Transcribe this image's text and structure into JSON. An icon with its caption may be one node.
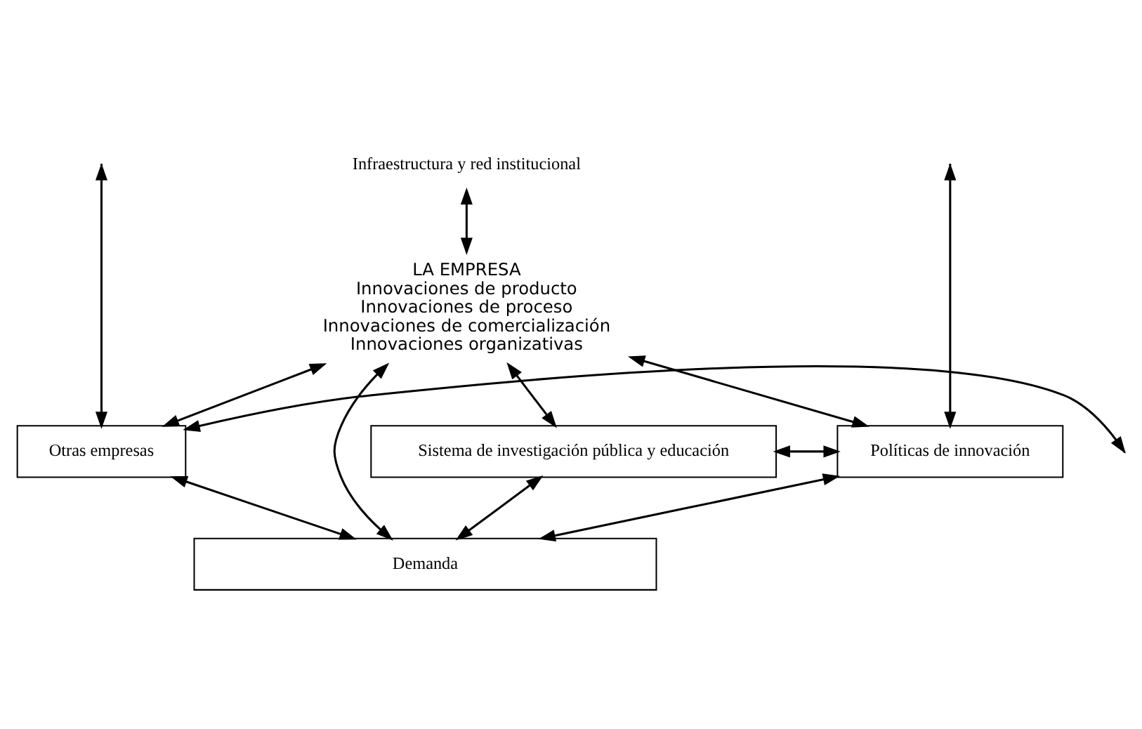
{
  "diagram": {
    "nodes": [
      {
        "text": [
          "Infraestructura y red institucional"
        ]
      },
      {
        "text": [
          "LA EMPRESA",
          "Innovaciones de producto",
          "Innovaciones de proceso",
          "Innovaciones de comercialización",
          "Innovaciones organizativas"
        ]
      },
      {
        "text": [
          "Otras empresas"
        ]
      },
      {
        "text": [
          "Sistema de investigación pública y educación"
        ]
      },
      {
        "text": [
          "Políticas de innovación"
        ]
      },
      {
        "text": [
          "Demanda"
        ]
      }
    ],
    "edges": [
      {
        "from": 0,
        "to": 1,
        "arrow": "both"
      },
      {
        "from": null,
        "to": 2,
        "arrow": "both"
      },
      {
        "from": null,
        "to": 4,
        "arrow": "both"
      },
      {
        "from": 1,
        "to": 2,
        "arrow": "both"
      },
      {
        "from": 1,
        "to": 3,
        "arrow": "both"
      },
      {
        "from": 1,
        "to": 4,
        "arrow": "both"
      },
      {
        "from": 2,
        "to": null,
        "arrow": "both"
      },
      {
        "from": 1,
        "to": 5,
        "arrow": "both"
      },
      {
        "from": 3,
        "to": 4,
        "arrow": "both"
      },
      {
        "from": 2,
        "to": 5,
        "arrow": "both"
      },
      {
        "from": 3,
        "to": 5,
        "arrow": "both"
      },
      {
        "from": 4,
        "to": 5,
        "arrow": "both"
      }
    ]
  }
}
